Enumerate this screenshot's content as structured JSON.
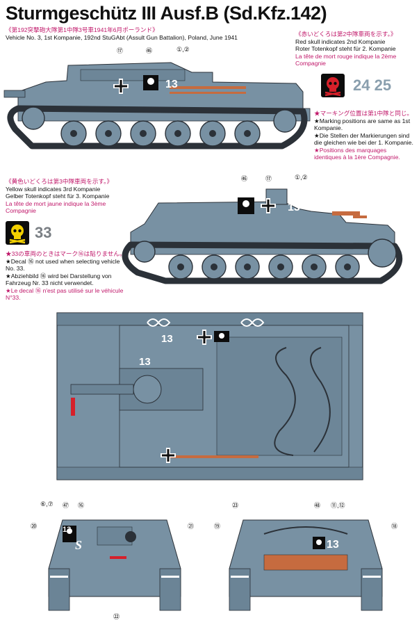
{
  "title": "Sturmgeschütz III Ausf.B (Sd.Kfz.142)",
  "main_caption": {
    "line_jp": "《第192突撃砲大隊第1中隊3号車1941年6月ポーランド》",
    "line_en": "Vehicle No. 3, 1st Kompanie, 192nd StuGAbt (Assult Gun Battalion), Poland, June 1941"
  },
  "red_skull_note": {
    "jp": "《赤いどくろは第2中隊車両を示す。》",
    "en": "Red skull indicates 2nd Kompanie",
    "de": "Roter Totenkopf steht für 2. Kompanie",
    "fr": "La tête de mort rouge indique la 2ème",
    "fr2": "Compagnie"
  },
  "red_skull_numbers": "24 25",
  "marking_note": {
    "jp": "★マーキング位置は第1中隊と同じ。",
    "en1": "★Marking positions are same as 1st",
    "en2": "Kompanie.",
    "de1": "★Die Stellen der Markierungen sind",
    "de2": "die gleichen wie bei der 1. Kompanie.",
    "fr1": "★Positions des marquages",
    "fr2": "identiques à la 1ère Compagnie."
  },
  "yellow_skull_note": {
    "jp": "《黄色いどくろは第3中隊車両を示す。》",
    "en": "Yellow skull indicates 3rd Kompanie",
    "de": "Gelber Totenkopf steht für 3. Kompanie",
    "fr": "La tête de mort jaune indique la 3ème",
    "fr2": "Compagnie"
  },
  "yellow_skull_number": "33",
  "decal_note": {
    "jp": "★33の車両のときはマーク⑯は貼りません。",
    "en1": "★Decal ⑯ not used when selecting vehicle",
    "en2": "No. 33.",
    "de1": "★Abziehbild ⑯ wird bei Darstellung von",
    "de2": "Fahrzeug Nr. 33 nicht verwendet.",
    "fr1": "★Le decal ⑯ n'est pas utilisé sur le véhicule",
    "fr2": "N°33."
  },
  "tank_markings": {
    "side_number": "13",
    "top_number_a": "13",
    "top_number_b": "13",
    "front_letter": "S",
    "front_number": "13",
    "rear_number": "13"
  },
  "callouts": {
    "c17_top": "⑰",
    "c46_top": "㊻",
    "c12_top": "①,②",
    "c46_mid": "㊻",
    "c17_mid": "⑰",
    "c12_mid": "①,②",
    "c67": "⑥,⑦",
    "c47": "㊼",
    "c16": "⑯",
    "c20": "⑳",
    "c21": "㉑",
    "c22": "㉒",
    "c23": "㉓",
    "c48": "㊽",
    "c1112": "⑪,⑫",
    "c19": "⑲",
    "c18": "⑱"
  },
  "colors": {
    "panzer_grey": "#7891a3",
    "dark": "#2b3138",
    "red_skull": "#d6202a",
    "yellow_skull": "#f2d000",
    "magenta_text": "#c0186a"
  }
}
